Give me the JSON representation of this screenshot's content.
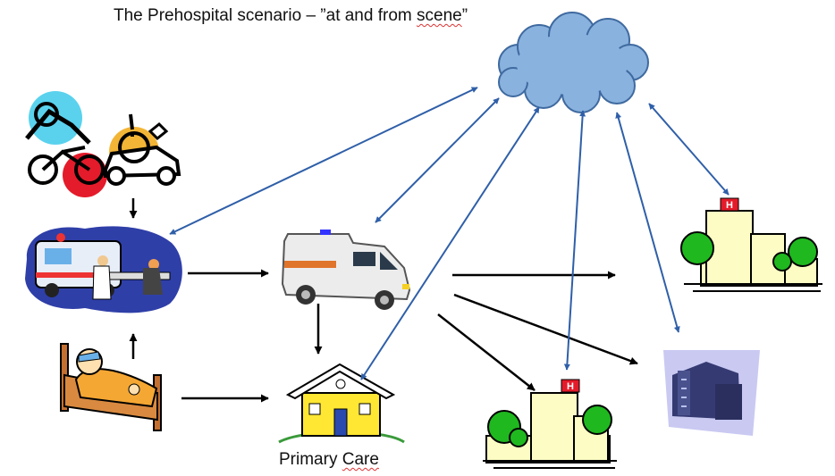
{
  "title": {
    "prefix": "The Prehospital scenario – ”at and from ",
    "underlined": "scene",
    "suffix": "”"
  },
  "primary_care": {
    "first": "Primary ",
    "underlined": "Care"
  },
  "hospital_sign": "H",
  "colors": {
    "cloud": "#8ab2de",
    "cloud_outline": "#3f6aa0",
    "blue_arrow": "#2f5fa8",
    "black_arrow": "#000000",
    "hospital_wall": "#fcfcc4",
    "tree": "#1fb81f",
    "ambulance_stripe": "#e0742a",
    "house_yellow": "#ffe733"
  }
}
